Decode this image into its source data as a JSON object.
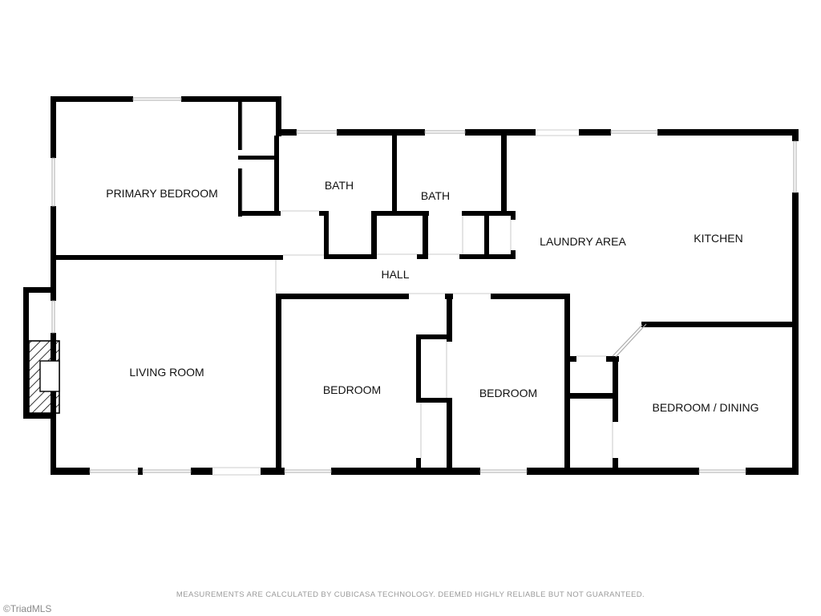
{
  "rooms": {
    "primary_bedroom": "PRIMARY BEDROOM",
    "bath_1": "BATH",
    "bath_2": "BATH",
    "laundry_area": "LAUNDRY AREA",
    "kitchen": "KITCHEN",
    "hall": "HALL",
    "living_room": "LIVING ROOM",
    "bedroom_1": "BEDROOM",
    "bedroom_2": "BEDROOM",
    "bedroom_dining": "BEDROOM / DINING"
  },
  "disclaimer": "MEASUREMENTS ARE CALCULATED BY CUBICASA TECHNOLOGY. DEEMED HIGHLY RELIABLE BUT NOT GUARANTEED.",
  "watermark": "©TriadMLS",
  "colors": {
    "wall": "#000000",
    "window": "#bfbfbf",
    "background": "#ffffff"
  }
}
